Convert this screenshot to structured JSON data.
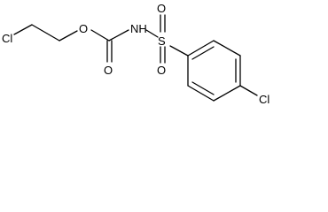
{
  "molecule": {
    "atoms": {
      "cl_left": "Cl",
      "o_ester": "O",
      "o_carbonyl": "O",
      "nh": "NH",
      "s": "S",
      "o_sulfonyl_top": "O",
      "o_sulfonyl_bottom": "O",
      "cl_right": "Cl"
    },
    "colors": {
      "bond": "#000000",
      "label": "#000000",
      "background": "#ffffff"
    }
  }
}
